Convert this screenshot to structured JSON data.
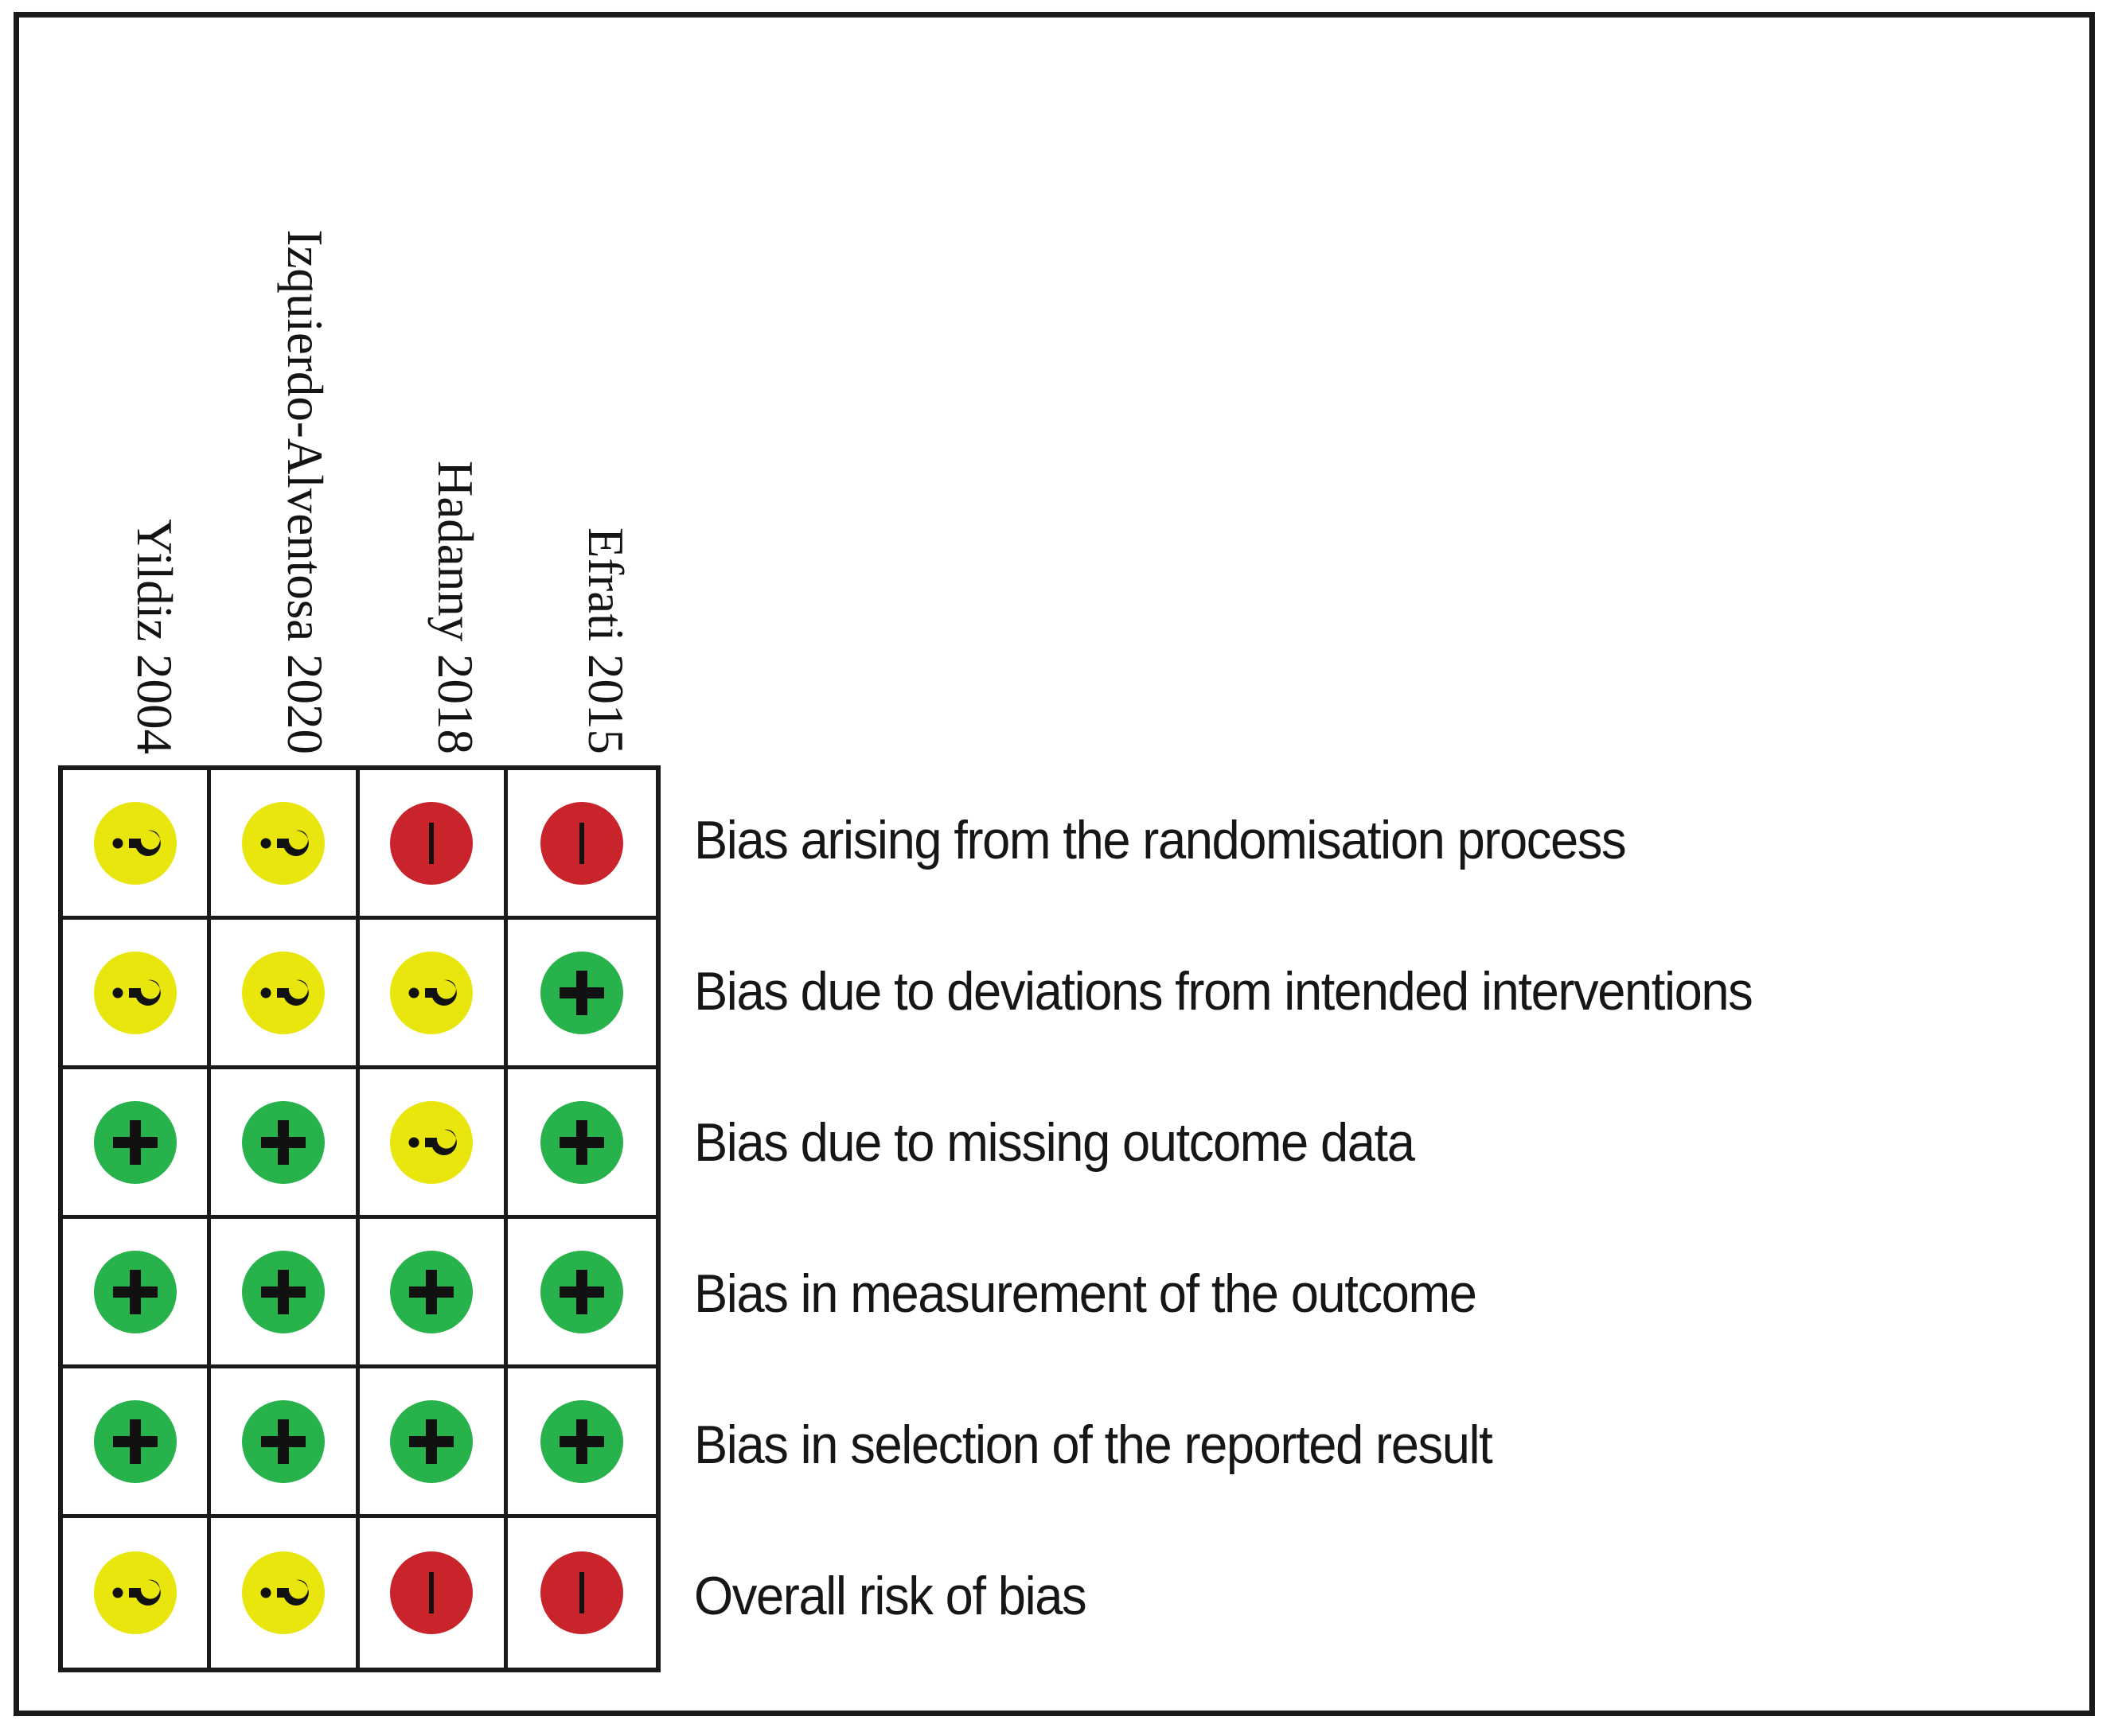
{
  "figure": {
    "type": "risk-of-bias-traffic-light-plot",
    "colors": {
      "low_risk": "#28b24b",
      "some_concerns": "#e9e60e",
      "high_risk": "#c9242c",
      "border": "#1a1a1a",
      "background": "#ffffff",
      "text": "#161616"
    }
  },
  "columns": [
    {
      "label": "Yildiz 2004"
    },
    {
      "label": "Izquierdo-Alventosa 2020"
    },
    {
      "label": "Hadanny 2018"
    },
    {
      "label": "Efrati 2015"
    }
  ],
  "domains": [
    {
      "label": "Bias arising from the randomisation process"
    },
    {
      "label": "Bias due to deviations from intended interventions"
    },
    {
      "label": "Bias due to missing outcome data"
    },
    {
      "label": "Bias in measurement of the outcome"
    },
    {
      "label": "Bias in selection of the reported result"
    },
    {
      "label": "Overall risk of bias"
    }
  ],
  "judgement_symbols": {
    "low": "+",
    "some": "?",
    "high": "−"
  },
  "chart_data": {
    "type": "heatmap",
    "title": "",
    "xlabel": "",
    "ylabel": "",
    "categories": [
      "Yildiz 2004",
      "Izquierdo-Alventosa 2020",
      "Hadanny 2018",
      "Efrati 2015"
    ],
    "rows": [
      "Bias arising from the randomisation process",
      "Bias due to deviations from intended interventions",
      "Bias due to missing outcome data",
      "Bias in measurement of the outcome",
      "Bias in selection of the reported result",
      "Overall risk of bias"
    ],
    "legend": [
      {
        "key": "low",
        "symbol": "+",
        "color": "#28b24b",
        "meaning": "Low risk"
      },
      {
        "key": "some",
        "symbol": "?",
        "color": "#e9e60e",
        "meaning": "Some concerns"
      },
      {
        "key": "high",
        "symbol": "−",
        "color": "#c9242c",
        "meaning": "High risk"
      }
    ],
    "matrix": [
      [
        "some",
        "some",
        "high",
        "high"
      ],
      [
        "some",
        "some",
        "some",
        "low"
      ],
      [
        "low",
        "low",
        "some",
        "low"
      ],
      [
        "low",
        "low",
        "low",
        "low"
      ],
      [
        "low",
        "low",
        "low",
        "low"
      ],
      [
        "some",
        "some",
        "high",
        "high"
      ]
    ]
  }
}
